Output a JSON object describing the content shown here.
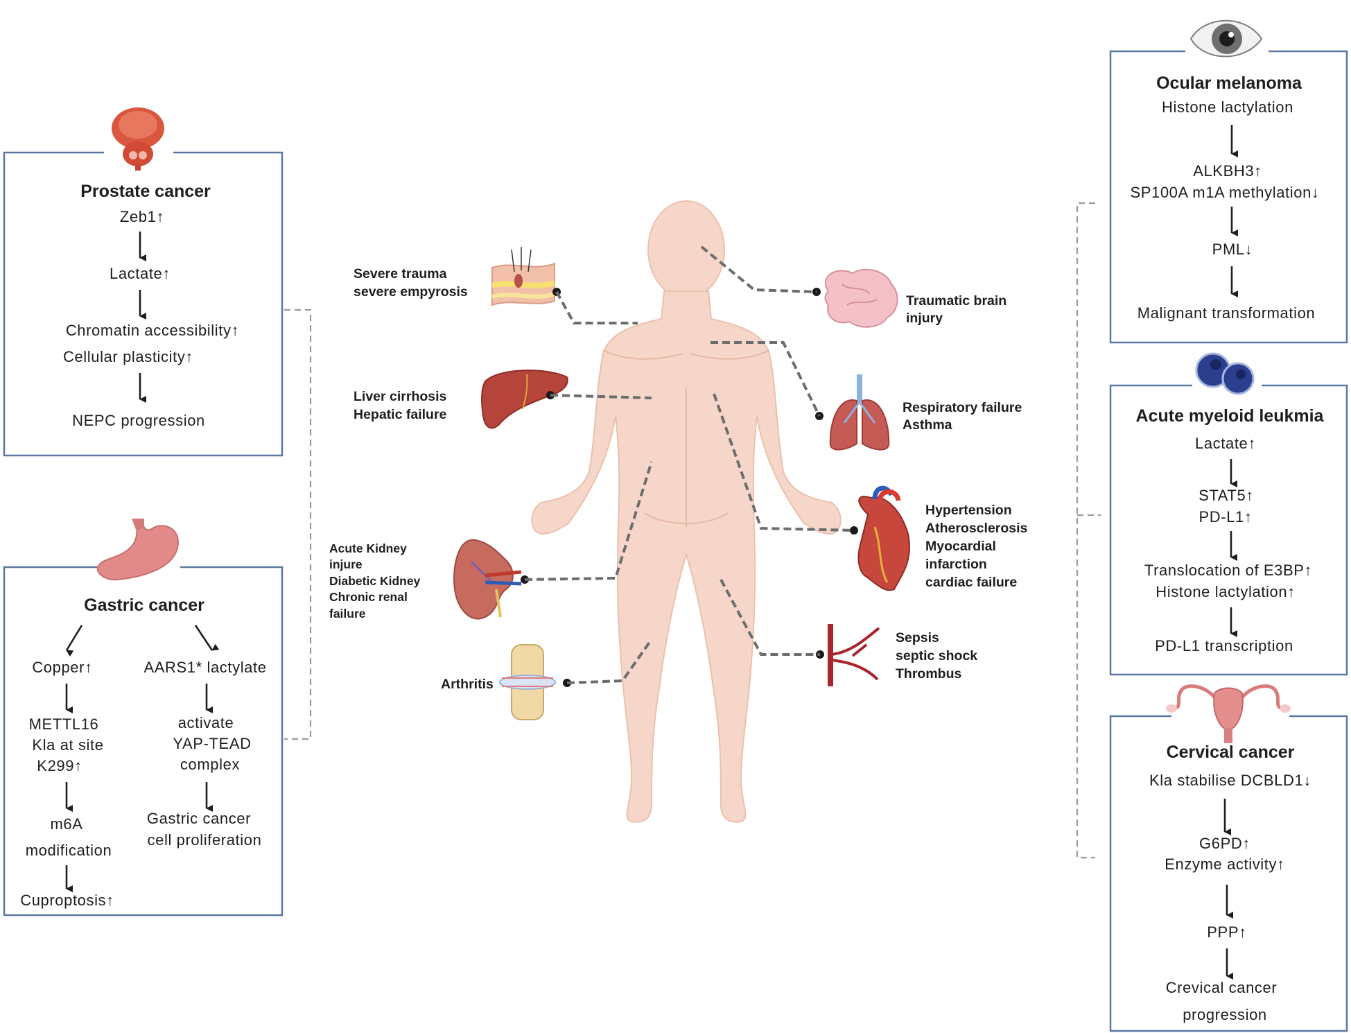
{
  "colors": {
    "box_border": "#5b77a0",
    "body_skin": "#f6d6c8",
    "organ_red": "#c0504d",
    "text": "#1e1e1e"
  },
  "center_labels": {
    "skin_1": "Severe trauma",
    "skin_2": "severe empyrosis",
    "liver_1": "Liver cirrhosis",
    "liver_2": "Hepatic failure",
    "kidney_1": "Acute Kidney",
    "kidney_2": "injure",
    "kidney_3": "Diabetic Kidney",
    "kidney_4": "Chronic renal",
    "kidney_5": "failure",
    "joint_1": "Arthritis",
    "brain_1": "Traumatic brain",
    "brain_2": "injury",
    "lung_1": "Respiratory failure",
    "lung_2": "Asthma",
    "heart_1": "Hypertension",
    "heart_2": "Atherosclerosis",
    "heart_3": "Myocardial",
    "heart_4": "infarction",
    "heart_5": "cardiac failure",
    "vessel_1": "Sepsis",
    "vessel_2": "septic shock",
    "vessel_3": "Thrombus"
  },
  "prostate": {
    "title": "Prostate cancer",
    "s1": "Zeb1↑",
    "s2": "Lactate↑",
    "s3a": "Chromatin accessibility↑",
    "s3b": "Cellular plasticity↑",
    "s4": "NEPC progression",
    "icon": "prostate-icon"
  },
  "gastric": {
    "title": "Gastric cancer",
    "left_1": "Copper↑",
    "left_2a": "METTL16",
    "left_2b": "Kla at site",
    "left_2c": "K299↑",
    "left_3a": "m6A",
    "left_3b": "modification",
    "left_4": "Cuproptosis↑",
    "right_1": "AARS1* lactylate",
    "right_2a": "activate",
    "right_2b": "YAP-TEAD",
    "right_2c": "complex",
    "right_3a": "Gastric cancer",
    "right_3b": "cell proliferation",
    "icon": "stomach-icon"
  },
  "ocular": {
    "title": "Ocular melanoma",
    "s1": "Histone lactylation",
    "s2a": "ALKBH3↑",
    "s2b": "SP100A m1A methylation↓",
    "s3": "PML↓",
    "s4": "Malignant transformation",
    "icon": "eye-icon"
  },
  "aml": {
    "title": "Acute myeloid leukmia",
    "s1": "Lactate↑",
    "s2a": "STAT5↑",
    "s2b": "PD-L1↑",
    "s3a": "Translocation of E3BP↑",
    "s3b": "Histone lactylation↑",
    "s4": "PD-L1 transcription",
    "icon": "blood-cells-icon"
  },
  "cervical": {
    "title": "Cervical cancer",
    "s1": "Kla stabilise DCBLD1↓",
    "s2a": "G6PD↑",
    "s2b": "Enzyme activity↑",
    "s3": "PPP↑",
    "s4a": "Crevical cancer",
    "s4b": "progression",
    "icon": "uterus-icon"
  }
}
